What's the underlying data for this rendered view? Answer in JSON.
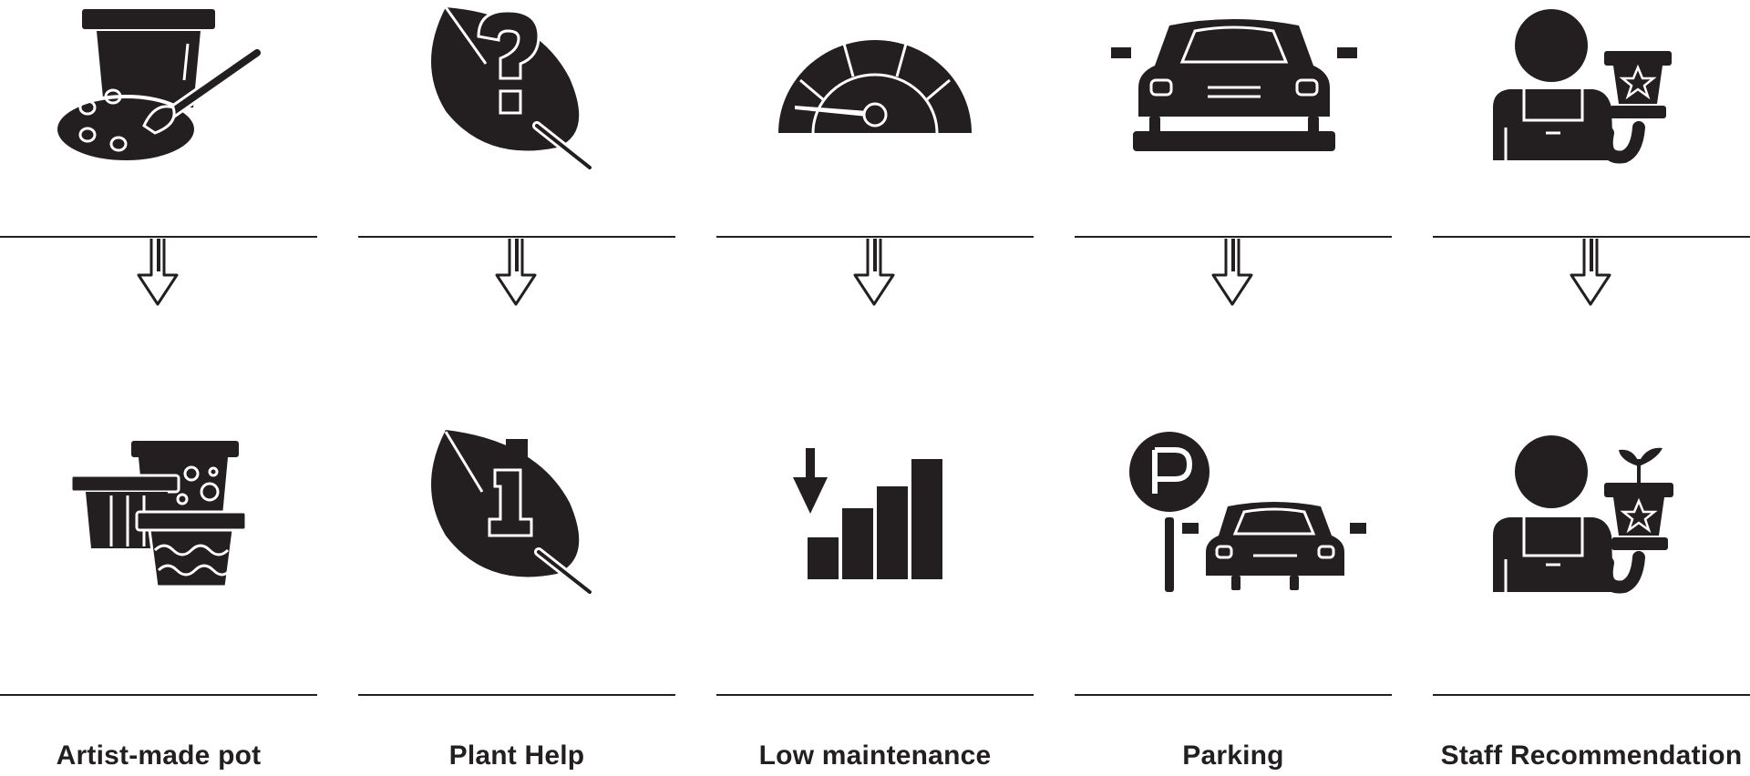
{
  "colors": {
    "ink": "#231f20",
    "background": "#ffffff"
  },
  "items": [
    {
      "label": "Artist-made pot",
      "top_icon": "paint-palette-pot-icon",
      "bottom_icon": "decorated-pots-icon"
    },
    {
      "label": "Plant Help",
      "top_icon": "leaf-question-icon",
      "bottom_icon": "leaf-info-icon"
    },
    {
      "label": "Low maintenance",
      "top_icon": "speedometer-icon",
      "bottom_icon": "descending-bars-icon"
    },
    {
      "label": "Parking",
      "top_icon": "car-icon",
      "bottom_icon": "parking-sign-car-icon"
    },
    {
      "label": "Staff Recommendation",
      "top_icon": "staff-with-pot-icon",
      "bottom_icon": "staff-with-plant-icon"
    }
  ]
}
